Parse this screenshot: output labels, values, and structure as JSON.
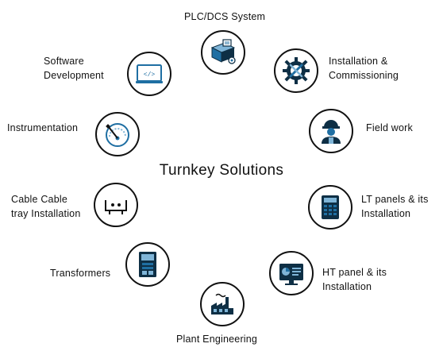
{
  "center": {
    "title": "Turnkey Solutions"
  },
  "items": {
    "plc": {
      "label": "PLC/DCS System",
      "icon": "computer-modules-icon"
    },
    "software": {
      "line1": "Software",
      "line2": "Development",
      "icon": "code-window-icon"
    },
    "install": {
      "line1": "Installation &",
      "line2": "Commissioning",
      "icon": "gear-wrench-icon"
    },
    "instrumentation": {
      "label": "Instrumentation",
      "icon": "pressure-gauge-icon"
    },
    "field": {
      "label": "Field work",
      "icon": "worker-icon"
    },
    "cable": {
      "line1": "Cable Cable",
      "line2": "tray Installation",
      "icon": "cable-tray-icon"
    },
    "lt": {
      "line1": "LT panels & its",
      "line2": "Installation",
      "icon": "lt-panel-icon"
    },
    "transformers": {
      "label": "Transformers",
      "icon": "transformer-icon"
    },
    "ht": {
      "line1": "HT panel & its",
      "line2": "Installation",
      "icon": "ht-panel-icon"
    },
    "plant": {
      "label": "Plant Engineering",
      "icon": "factory-icon"
    }
  },
  "colors": {
    "primary": "#1f6fa3",
    "dark": "#0e2f45",
    "outline": "#111111",
    "light": "#7fb5d8"
  }
}
